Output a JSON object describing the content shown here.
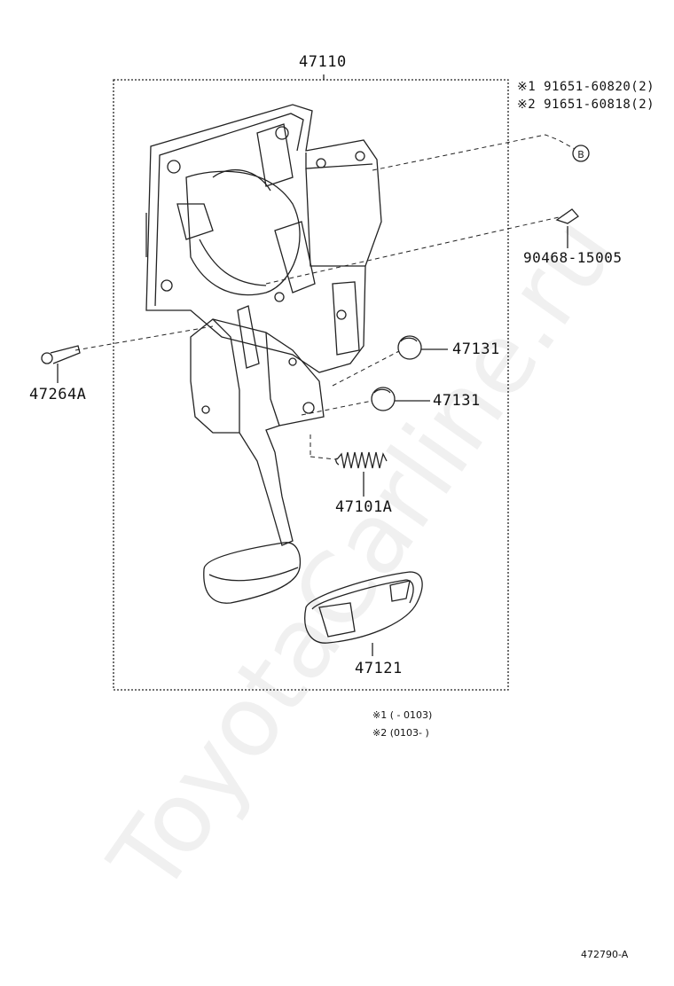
{
  "diagram": {
    "assembly_label": "47110",
    "callouts": {
      "bolt_1": "※1 91651-60820(2)",
      "bolt_2": "※2 91651-60818(2)",
      "bolt_ref": "B",
      "clip": "90468-15005",
      "pin": "47264A",
      "stopper_upper": "47131",
      "stopper_lower": "47131",
      "spring": "47101A",
      "pad": "47121"
    },
    "notes": {
      "note_1": "※1 (   - 0103)",
      "note_2": "※2 (0103-    )"
    },
    "figure_code": "472790-A",
    "watermark": "ToyotaCarline.ru"
  }
}
